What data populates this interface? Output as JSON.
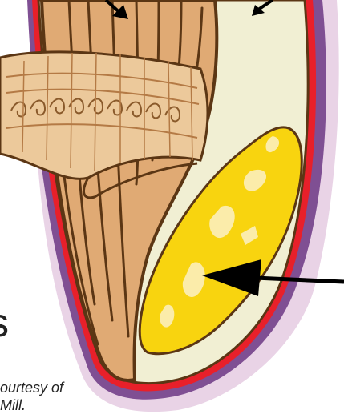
{
  "labels": {
    "partial_letter": "s",
    "credit_line_1": "ourtesy of",
    "credit_line_2": "Mill."
  },
  "colors": {
    "outer_hull": "#e9d3e6",
    "pericarp": "#7f4f93",
    "seed_coat": "#e8202a",
    "embryo_tissue": "#e0aa74",
    "endosperm": "#f1efd3",
    "yellow_region": "#f8d40f",
    "outline": "#5b3614",
    "arrow": "#000000"
  }
}
